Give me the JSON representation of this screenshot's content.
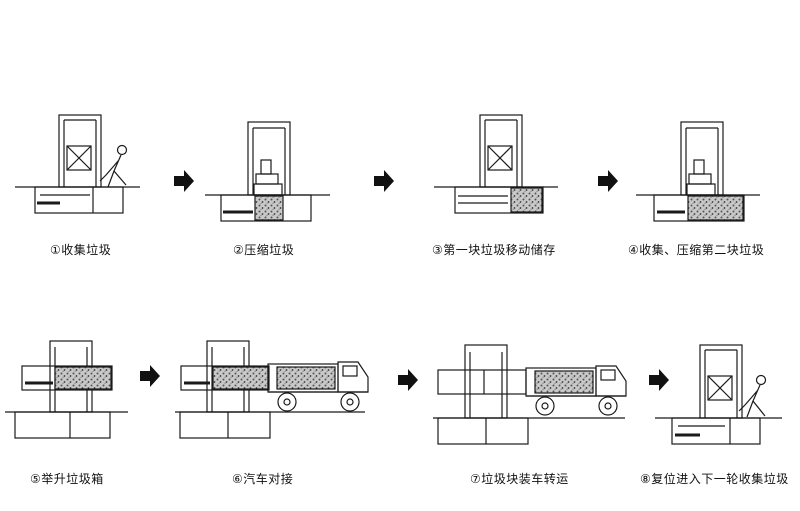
{
  "steps": [
    {
      "num": "①",
      "label": "收集垃圾"
    },
    {
      "num": "②",
      "label": "压缩垃圾"
    },
    {
      "num": "③",
      "label": "第一块垃圾移动储存"
    },
    {
      "num": "④",
      "label": "收集、压缩第二块垃圾"
    },
    {
      "num": "⑤",
      "label": "举升垃圾箱"
    },
    {
      "num": "⑥",
      "label": "汽车对接"
    },
    {
      "num": "⑦",
      "label": "垃圾块装车转运"
    },
    {
      "num": "⑧",
      "label": "复位进入下一轮收集垃圾"
    }
  ],
  "colors": {
    "line": "#1a1a1a",
    "fill": "#ffffff",
    "waste": "#9a9a9a"
  }
}
